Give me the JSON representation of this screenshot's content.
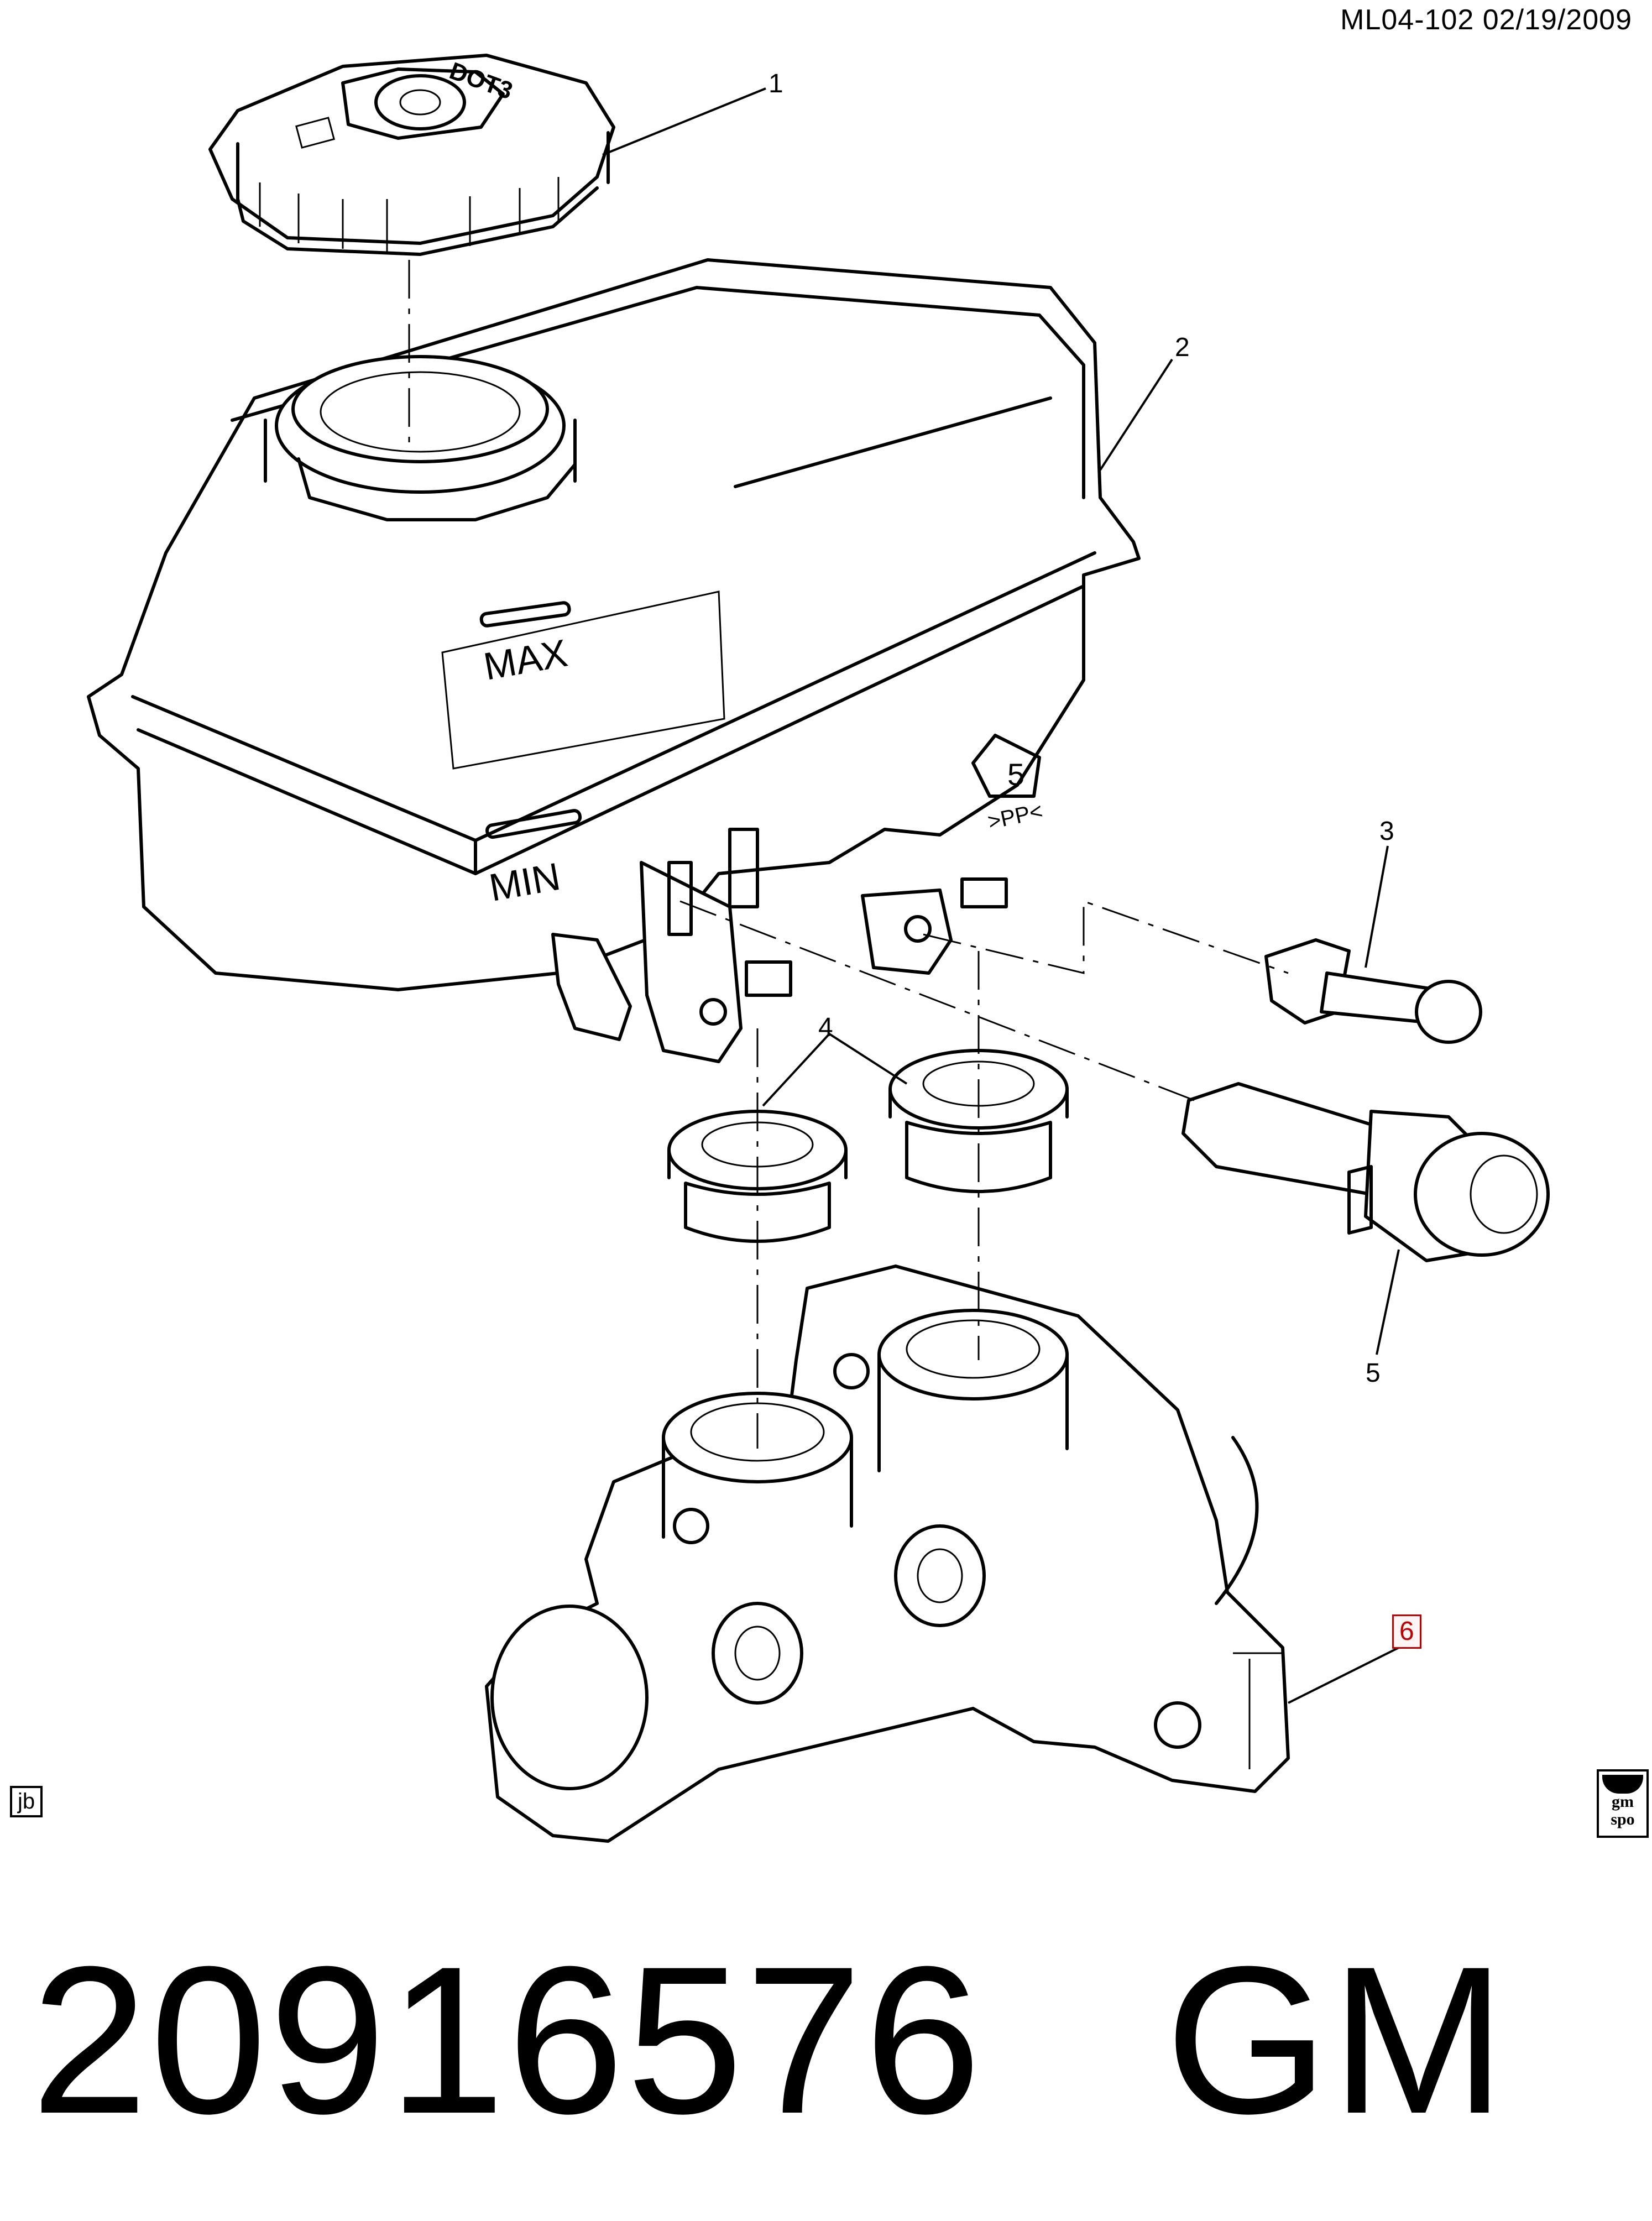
{
  "header": {
    "code": "ML04-102  02/19/2009"
  },
  "callouts": [
    "1",
    "2",
    "3",
    "4",
    "5",
    "6"
  ],
  "reservoir_markings": {
    "max": "MAX",
    "min": "MIN",
    "recycle_number": "5",
    "material": ">PP<",
    "cap_text": "DOT3"
  },
  "badges": {
    "jb": "jb",
    "gm_top": "gm",
    "gm_bottom": "spo"
  },
  "footer": {
    "part_number": "20916576   GM"
  }
}
